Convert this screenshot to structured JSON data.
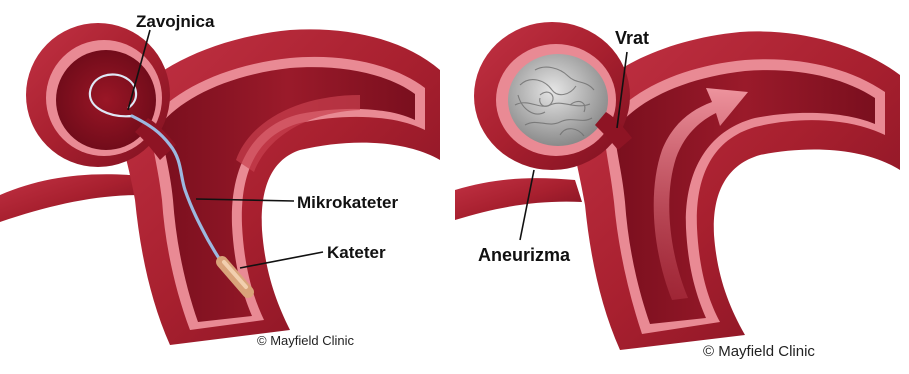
{
  "labels": {
    "coil": "Zavojnica",
    "microcatheter": "Mikrokateter",
    "catheter": "Kateter",
    "neck": "Vrat",
    "aneurysm": "Aneurizma"
  },
  "credits": {
    "left": "© Mayfield Clinic",
    "right": "© Mayfield Clinic"
  },
  "colors": {
    "vessel_outer": "#a8202f",
    "vessel_wall": "#c8404f",
    "lumen": "#8e1424",
    "wall_edge": "#e98a94",
    "microcatheter": "#9cb8e0",
    "catheter": "#d9a37a",
    "coil_mass": "#b9b9b9",
    "flow_arrow": "#f08a96"
  }
}
